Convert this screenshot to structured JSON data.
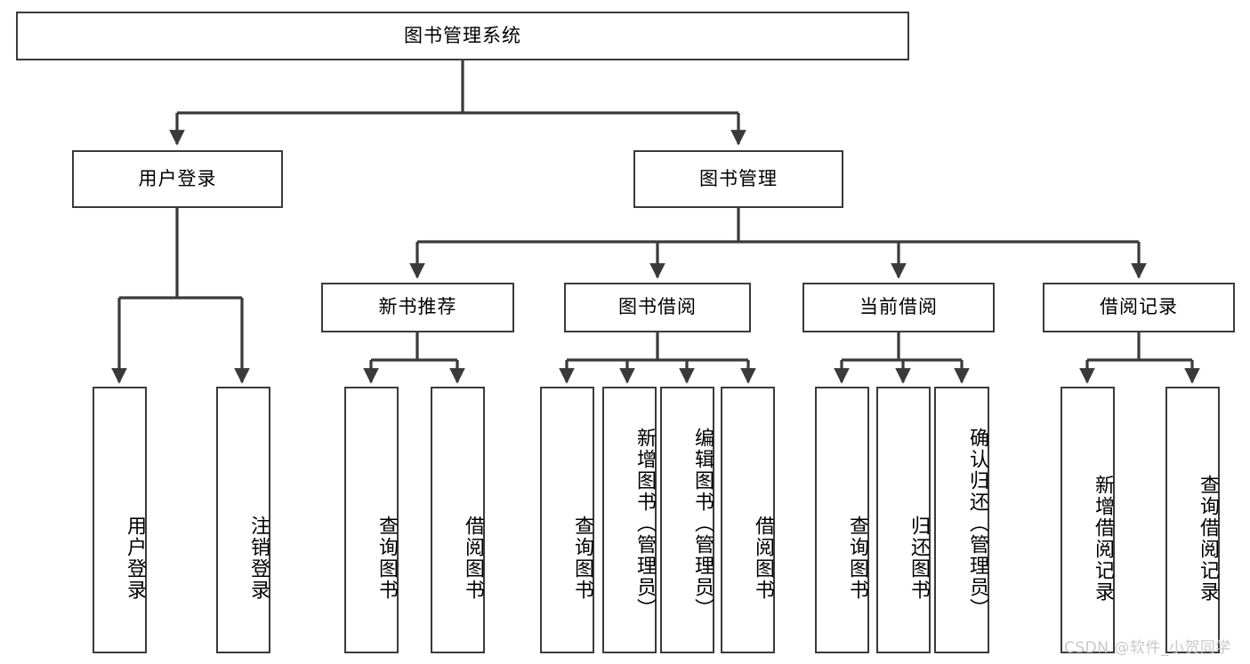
{
  "diagram": {
    "title": "图书管理系统",
    "watermark": "CSDN @软件_小贺同学",
    "line_color": "#3a3a3a",
    "box_fill": "#ffffff",
    "box_border": "#3a3a3a",
    "text_color": "#000000",
    "watermark_color": "#c9c9c9",
    "orientation": "top-down tree"
  },
  "nodes": {
    "root": {
      "label": "图书管理系统",
      "level": 0
    },
    "level1": [
      {
        "id": "user-login",
        "label": "用户登录"
      },
      {
        "id": "book-manage",
        "label": "图书管理"
      }
    ],
    "level2": [
      {
        "id": "new-book-recommend",
        "label": "新书推荐",
        "parent": "book-manage"
      },
      {
        "id": "book-borrow",
        "label": "图书借阅",
        "parent": "book-manage"
      },
      {
        "id": "current-borrow",
        "label": "当前借阅",
        "parent": "book-manage"
      },
      {
        "id": "borrow-record",
        "label": "借阅记录",
        "parent": "book-manage"
      }
    ],
    "leaves": [
      {
        "id": "leaf-user-login",
        "label": "用户登录",
        "parent": "user-login"
      },
      {
        "id": "leaf-logout-login",
        "label": "注销登录",
        "parent": "user-login"
      },
      {
        "id": "leaf-query-book-1",
        "label": "查询图书",
        "parent": "new-book-recommend"
      },
      {
        "id": "leaf-borrow-book-1",
        "label": "借阅图书",
        "parent": "new-book-recommend"
      },
      {
        "id": "leaf-query-book-2",
        "label": "查询图书",
        "parent": "book-borrow"
      },
      {
        "id": "leaf-add-book",
        "label": "新增图书（管理员）",
        "parent": "book-borrow"
      },
      {
        "id": "leaf-edit-book",
        "label": "编辑图书（管理员）",
        "parent": "book-borrow"
      },
      {
        "id": "leaf-borrow-book-2",
        "label": "借阅图书",
        "parent": "book-borrow"
      },
      {
        "id": "leaf-query-book-3",
        "label": "查询图书",
        "parent": "current-borrow"
      },
      {
        "id": "leaf-return-book",
        "label": "归还图书",
        "parent": "current-borrow"
      },
      {
        "id": "leaf-confirm-return",
        "label": "确认归还（管理员）",
        "parent": "current-borrow"
      },
      {
        "id": "leaf-add-record",
        "label": "新增借阅记录",
        "parent": "borrow-record"
      },
      {
        "id": "leaf-query-record",
        "label": "查询借阅记录",
        "parent": "borrow-record"
      }
    ]
  }
}
